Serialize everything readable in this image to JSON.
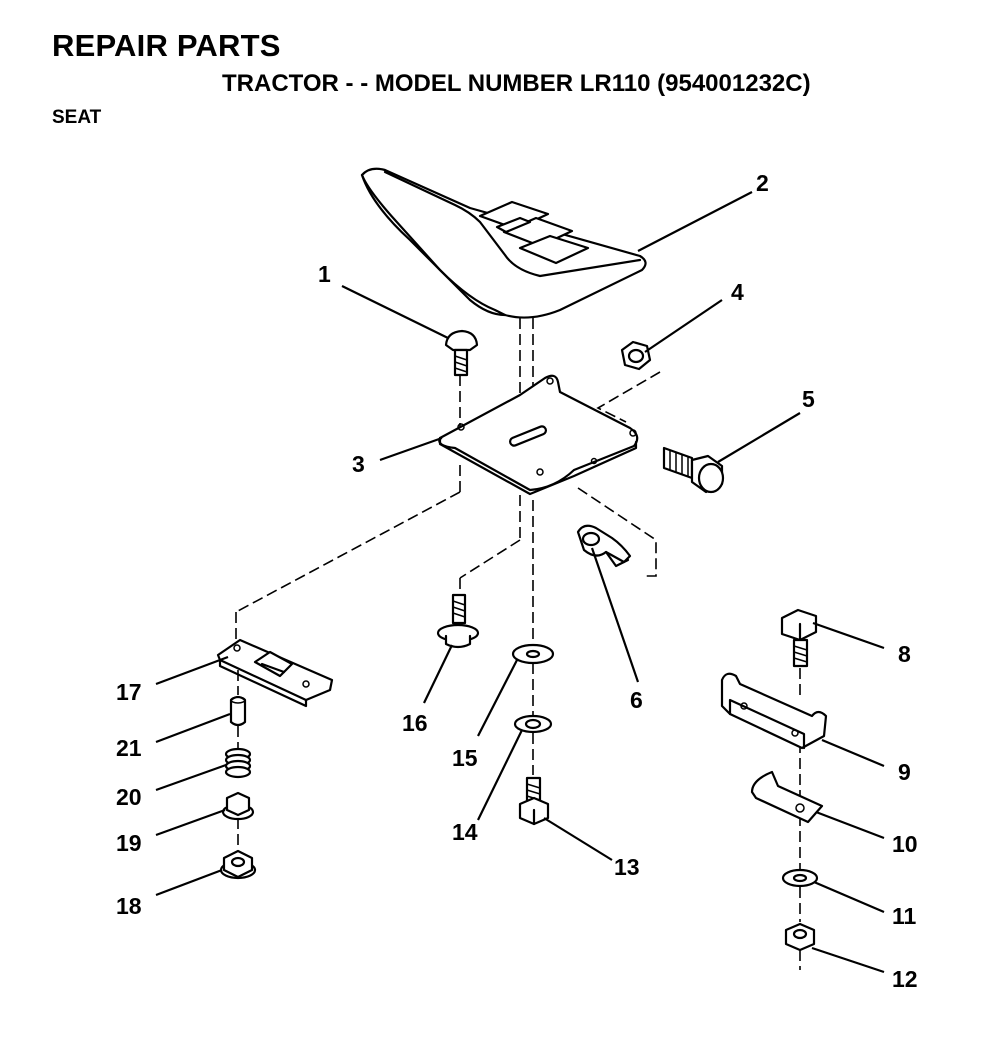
{
  "header": {
    "title": "REPAIR PARTS",
    "subtitle": "TRACTOR - - MODEL NUMBER LR110 (954001232C)",
    "section": "SEAT"
  },
  "callouts": [
    "1",
    "2",
    "3",
    "4",
    "5",
    "6",
    "8",
    "9",
    "10",
    "11",
    "12",
    "13",
    "14",
    "15",
    "16",
    "17",
    "18",
    "19",
    "20",
    "21"
  ]
}
